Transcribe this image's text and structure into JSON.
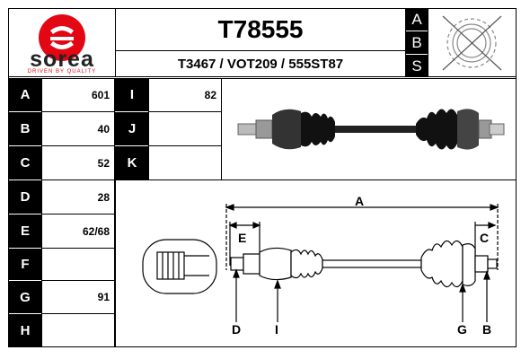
{
  "brand": {
    "name": "sorea",
    "tagline": "DRIVEN BY QUALITY",
    "logo_color": "#e30613"
  },
  "header": {
    "part_number": "T78555",
    "cross_refs": "T3467 / VOT209 / 555ST87",
    "abs_letters": [
      "A",
      "B",
      "S"
    ]
  },
  "specs_left": [
    {
      "label": "A",
      "value": "601"
    },
    {
      "label": "B",
      "value": "40"
    },
    {
      "label": "C",
      "value": "52"
    },
    {
      "label": "D",
      "value": "28"
    },
    {
      "label": "E",
      "value": "62/68"
    },
    {
      "label": "F",
      "value": ""
    },
    {
      "label": "G",
      "value": "91"
    },
    {
      "label": "H",
      "value": ""
    }
  ],
  "specs_mid": [
    {
      "label": "I",
      "value": "82"
    },
    {
      "label": "J",
      "value": ""
    },
    {
      "label": "K",
      "value": ""
    }
  ],
  "diagram": {
    "A": "A",
    "E": "E",
    "C": "C",
    "D": "D",
    "I": "I",
    "G": "G",
    "B": "B"
  }
}
